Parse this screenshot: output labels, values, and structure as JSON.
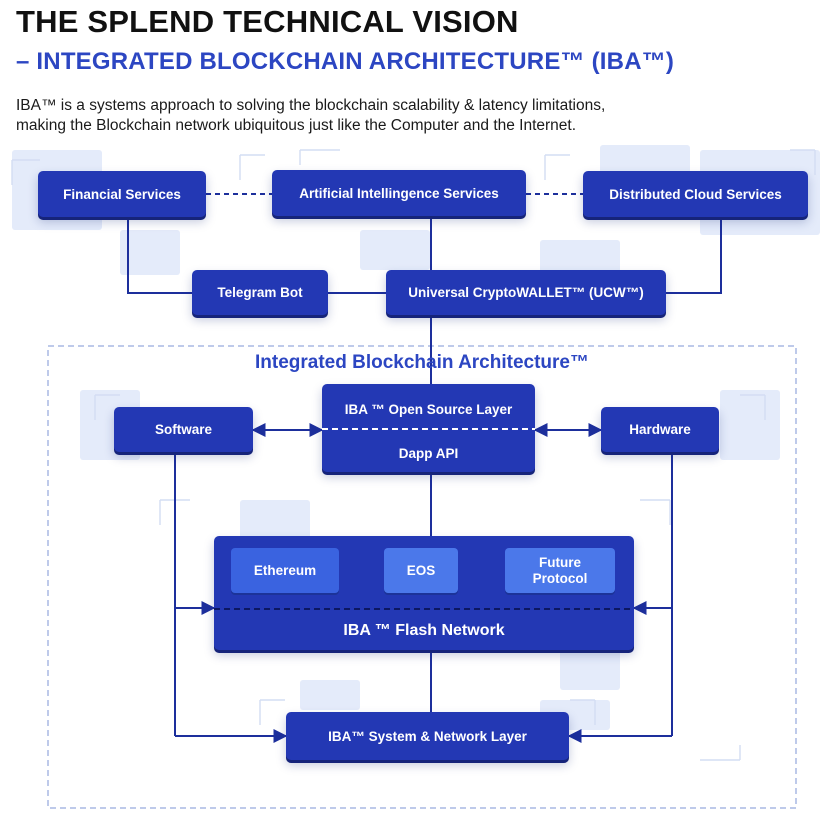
{
  "header": {
    "title": "THE SPLEND TECHNICAL VISION",
    "subtitle": "– INTEGRATED BLOCKCHAIN ARCHITECTURE™ (IBA™)",
    "intro_line1": "IBA™ is a systems approach to solving the blockchain scalability & latency limitations,",
    "intro_line2": "making the Blockchain network ubiquitous just like the Computer and the Internet."
  },
  "diagram": {
    "financial_services": "Financial Services",
    "ai_services": "Artificial Intellingence Services",
    "distributed_cloud": "Distributed Cloud Services",
    "telegram_bot": "Telegram Bot",
    "ucw": "Universal CryptoWALLET™ (UCW™)",
    "iba_label": "Integrated Blockchain Architecture™",
    "software": "Software",
    "hardware": "Hardware",
    "open_source_layer": "IBA ™ Open Source Layer",
    "dapp_api": "Dapp API",
    "ethereum": "Ethereum",
    "eos": "EOS",
    "future_protocol": "Future Protocol",
    "flash_network": "IBA ™ Flash Network",
    "system_network_layer": "IBA™ System & Network Layer"
  },
  "colors": {
    "node_dark": "#2338b4",
    "node_inner": "#3a63e0",
    "accent_text": "#2c46c2",
    "line": "#1d2f9c",
    "dashed_frame": "#a9b9e4"
  }
}
